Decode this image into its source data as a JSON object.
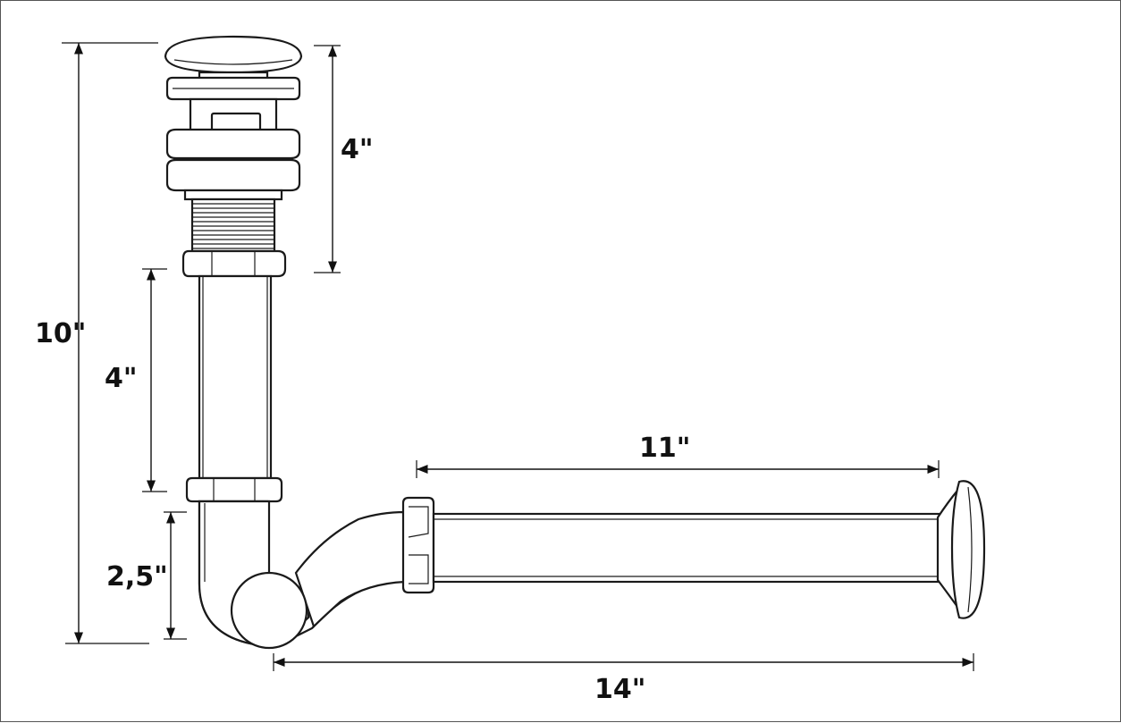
{
  "dimensions": {
    "total_height": "10\"",
    "drain_height": "4\"",
    "tailpiece_length": "4\"",
    "trap_height": "2,5\"",
    "wall_pipe_length": "11\"",
    "total_length": "14\""
  },
  "colors": {
    "line": "#1a1a1a",
    "background": "#ffffff"
  }
}
